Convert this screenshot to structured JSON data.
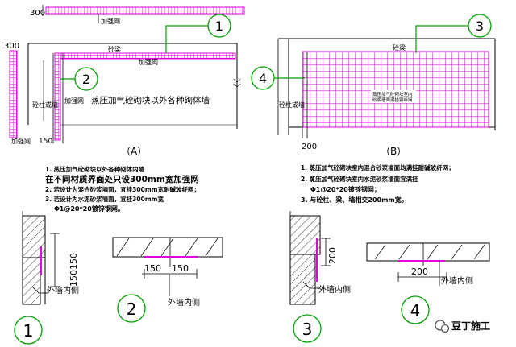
{
  "colors": {
    "mesh": "#e000e0",
    "line": "#000000",
    "leader": "#00a000",
    "background": "#ffffff"
  },
  "diagram_a": {
    "caption": "（A）",
    "dim_top": "300",
    "label_top_mesh": "加强网",
    "dim_left": "300",
    "label_beam": "砼梁",
    "label_mesh_right": "加强网",
    "label_column": "砼柱或墙",
    "label_mesh_inner": "加强网",
    "label_wall": "蒸压加气砼砌块以外各种砌体墙",
    "label_mesh_bottom": "加强网",
    "dim_bottom": "150",
    "callout_1": "1",
    "callout_2": "2",
    "notes": [
      "1. 蒸压加气砼砌块以外各种砌体内墙",
      "在不同材质界面处只设300mm宽加强网",
      "2. 若设计为混合砂浆墙面，宜挂300mm宽耐碱玻纤网；",
      "3. 若设计为水泥砂浆墙面，宜挂300mm宽",
      "Φ1@20*20镀锌钢网。"
    ]
  },
  "diagram_b": {
    "caption": "（B）",
    "label_beam": "砼梁",
    "label_column": "砼柱或墙",
    "mesh_text_line1": "蒸压加气砼砌块室内",
    "mesh_text_line2": "砂浆墙面满挂钢丝网",
    "dim_bottom": "200",
    "callout_3": "3",
    "callout_4": "4",
    "notes": [
      "1. 蒸压加气砼砌块室内混合砂浆墙面均满挂耐碱玻纤网；",
      "2. 蒸压加气砼砌块室内水泥砂浆墙面宜满挂",
      "Φ1@20*20镀锌钢网；",
      "3. 与砼柱、梁、墙相交200mm宽。"
    ]
  },
  "details": {
    "d1": {
      "dim": "150150",
      "label": "外墙内侧",
      "number": "1"
    },
    "d2": {
      "dim_left": "150",
      "dim_right": "150",
      "label": "外墙内侧",
      "number": "2"
    },
    "d3": {
      "dim": "200",
      "label": "外墙内侧",
      "number": "3"
    },
    "d4": {
      "dim": "200",
      "label": "外墙内侧",
      "number": "4"
    }
  },
  "watermark": {
    "text": "豆丁施工"
  }
}
